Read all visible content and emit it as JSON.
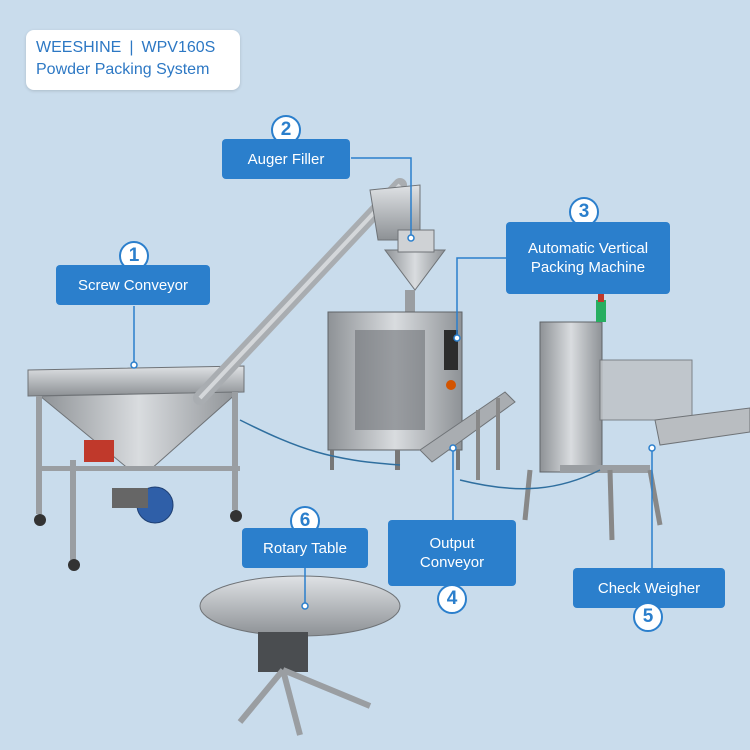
{
  "brand": {
    "name": "WEESHINE",
    "model": "WPV160S",
    "subtitle": "Powder Packing System"
  },
  "callouts": [
    {
      "number": "1",
      "label": "Screw Conveyor"
    },
    {
      "number": "2",
      "label": "Auger Filler"
    },
    {
      "number": "3",
      "label_line1": "Automatic Vertical",
      "label_line2": "Packing Machine"
    },
    {
      "number": "4",
      "label_line1": "Output",
      "label_line2": "Conveyor"
    },
    {
      "number": "5",
      "label": "Check Weigher"
    },
    {
      "number": "6",
      "label": "Rotary Table"
    }
  ],
  "colors": {
    "background": "#c9dcec",
    "callout": "#2b7fcc",
    "steel": "#b8bcc0"
  }
}
